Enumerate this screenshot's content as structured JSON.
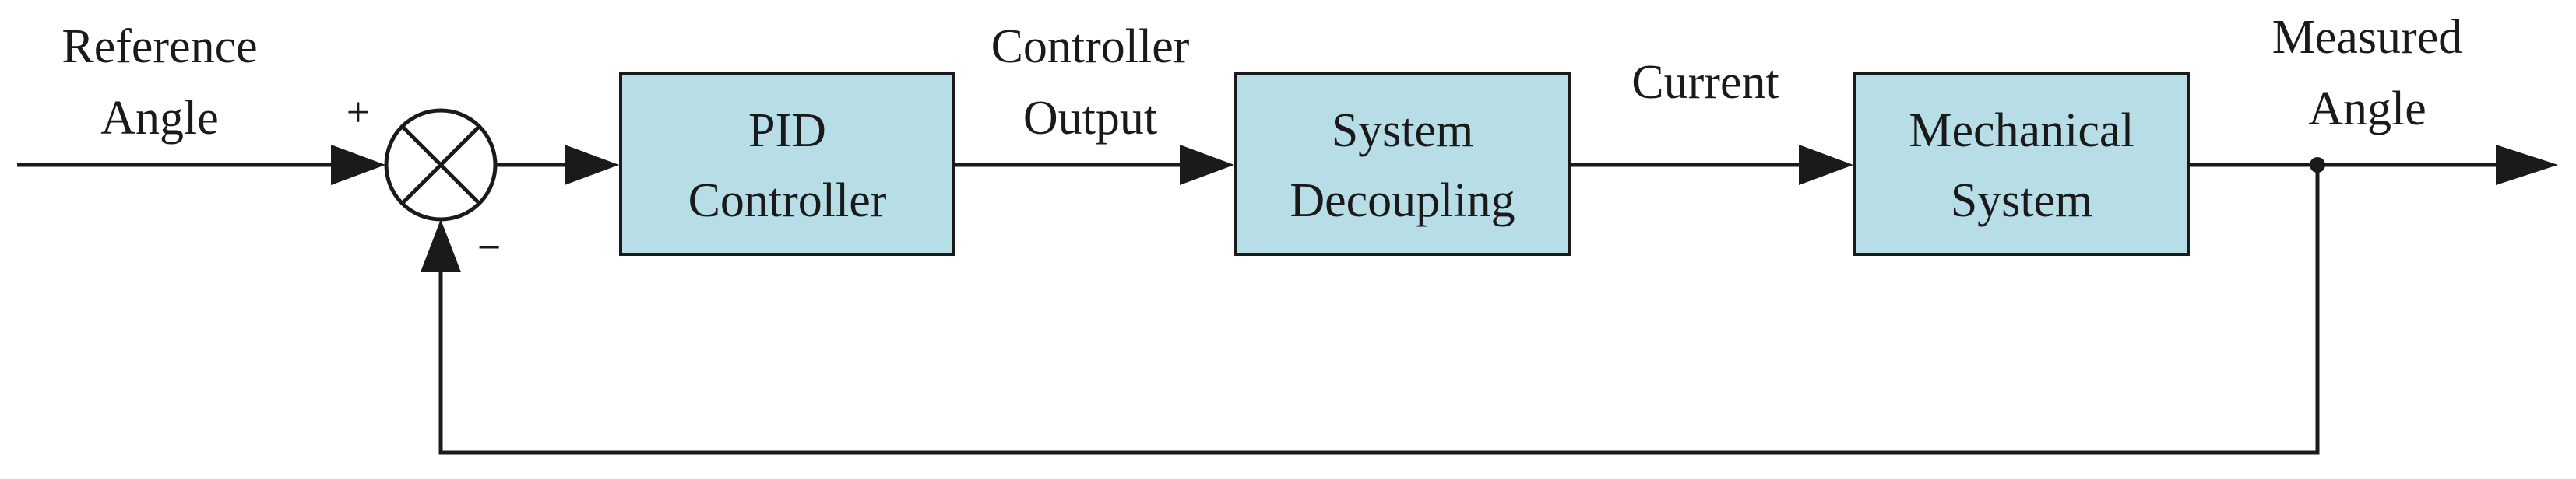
{
  "signals": {
    "reference_line1": "Reference",
    "reference_line2": "Angle",
    "controller_output_line1": "Controller",
    "controller_output_line2": "Output",
    "current": "Current",
    "measured_line1": "Measured",
    "measured_line2": "Angle"
  },
  "summing_junction": {
    "plus_sign": "+",
    "minus_sign": "−"
  },
  "blocks": {
    "pid_line1": "PID",
    "pid_line2": "Controller",
    "decoupling_line1": "System",
    "decoupling_line2": "Decoupling",
    "mechanical_line1": "Mechanical",
    "mechanical_line2": "System"
  },
  "colors": {
    "block_fill": "#b7dde6",
    "line": "#1a1a1a",
    "background": "#ffffff"
  }
}
